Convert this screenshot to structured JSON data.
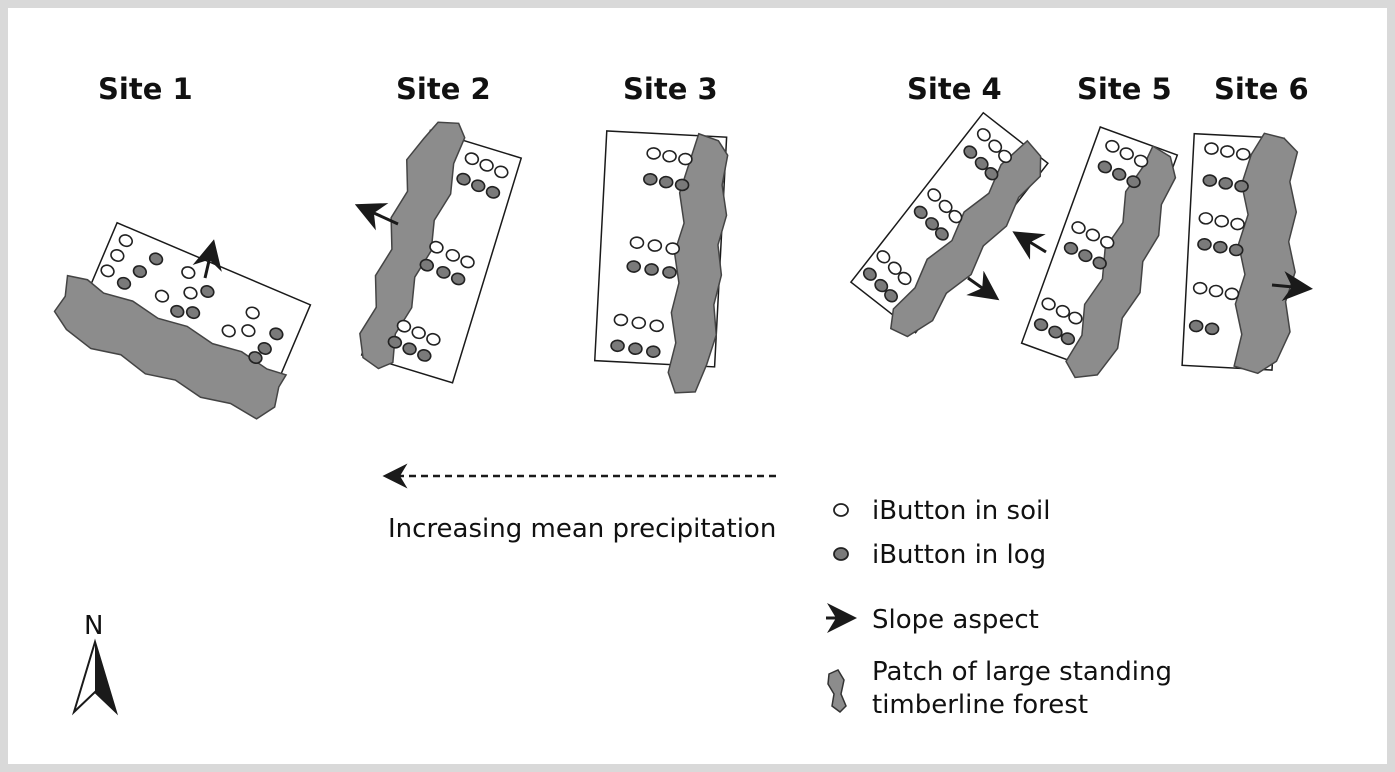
{
  "sites": [
    {
      "title": "Site 1"
    },
    {
      "title": "Site 2"
    },
    {
      "title": "Site 3"
    },
    {
      "title": "Site 4"
    },
    {
      "title": "Site 5"
    },
    {
      "title": "Site 6"
    }
  ],
  "gradient": {
    "label": "Increasing mean precipitation"
  },
  "legend": {
    "soil": "iButton in soil",
    "log": "iButton in log",
    "slope": "Slope aspect",
    "patch_line1": "Patch of large standing",
    "patch_line2": "timberline forest"
  },
  "north": {
    "label": "N"
  },
  "colors": {
    "forest": "#8c8c8c",
    "log_dot": "#7a7a7a",
    "stroke": "#1a1a1a"
  }
}
